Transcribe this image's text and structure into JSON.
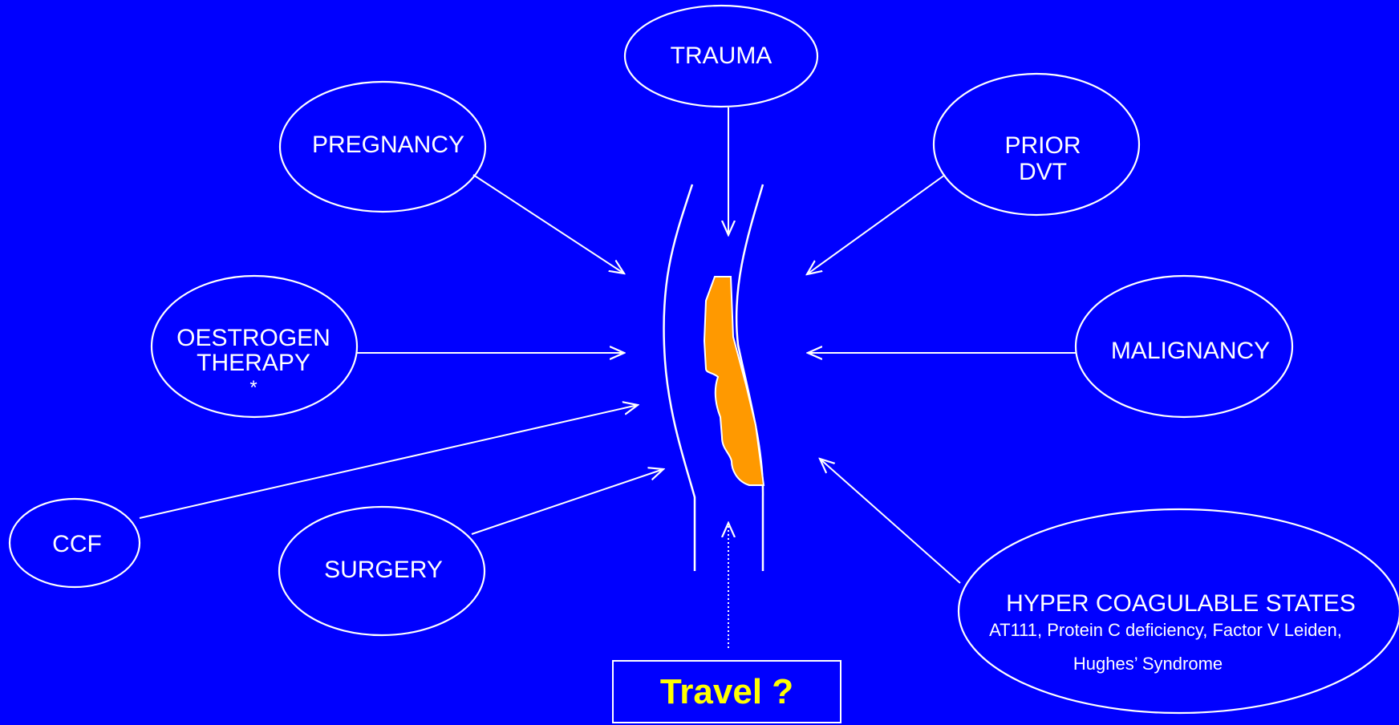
{
  "nodes": {
    "trauma": "TRAUMA",
    "pregnancy": "PREGNANCY",
    "prior_dvt": [
      "PRIOR",
      "DVT"
    ],
    "oestrogen": [
      "OESTROGEN",
      "THERAPY",
      "*"
    ],
    "malignancy": "MALIGNANCY",
    "ccf": "CCF",
    "surgery": "SURGERY",
    "hypercoag": {
      "title": "HYPER COAGULABLE STATES",
      "line1": "AT111, Protein C deficiency, Factor V Leiden,",
      "line2": "Hughes’ Syndrome"
    }
  },
  "travel": "Travel ?",
  "colors": {
    "background": "#0000ff",
    "line": "#ffffff",
    "clot": "#ff9900",
    "travel_text": "#ffff00"
  }
}
